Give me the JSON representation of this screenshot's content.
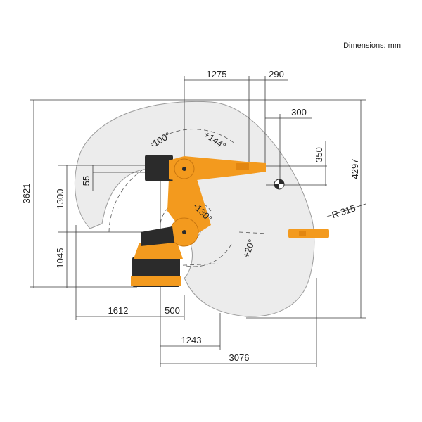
{
  "units_note": "Dimensions: mm",
  "colors": {
    "envelope_fill": "#ececec",
    "envelope_stroke": "#9a9a9a",
    "robot_orange": "#f39a1e",
    "robot_dark": "#2b2b2b",
    "lines": "#3a3a3a"
  },
  "dimensions": {
    "top_reach": "1275",
    "top_offset": "290",
    "tcp_offset_h": "300",
    "tcp_offset_v": "350",
    "total_height": "3621",
    "reach_height": "4297",
    "arm_height": "1300",
    "arm_offset": "55",
    "base_height": "1045",
    "rear_reach": "1612",
    "base_offset": "500",
    "inner_reach": "1243",
    "max_reach": "3076",
    "wrist_radius": "R 315"
  },
  "angles": {
    "a2_min": "-100°",
    "a2_max": "+144°",
    "a3_min": "-130°",
    "a3_max": "+20°"
  }
}
